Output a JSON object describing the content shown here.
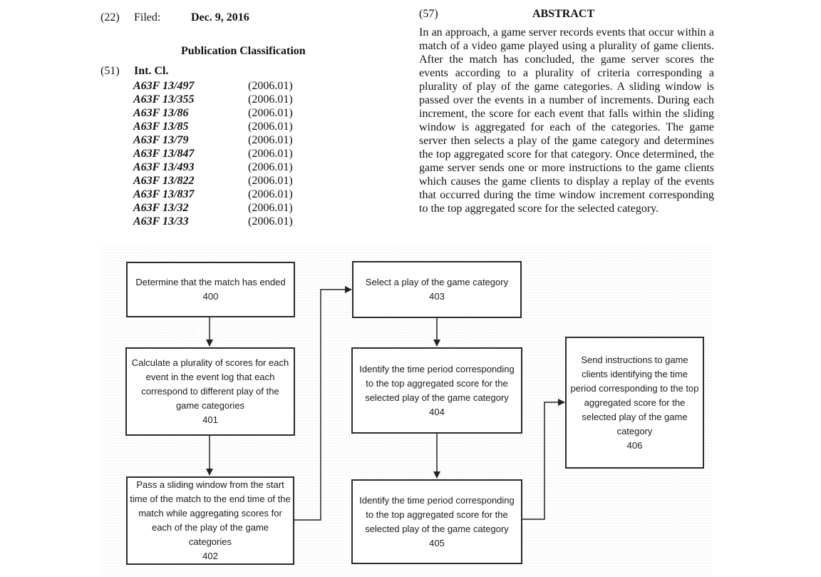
{
  "header": {
    "filed_code": "(22)",
    "filed_label": "Filed:",
    "filed_date": "Dec. 9, 2016",
    "pub_class_title": "Publication Classification",
    "int_cl_code": "(51)",
    "int_cl_label": "Int. Cl.",
    "classifications": [
      {
        "code": "A63F 13/497",
        "version": "(2006.01)"
      },
      {
        "code": "A63F 13/355",
        "version": "(2006.01)"
      },
      {
        "code": "A63F 13/86",
        "version": "(2006.01)"
      },
      {
        "code": "A63F 13/85",
        "version": "(2006.01)"
      },
      {
        "code": "A63F 13/79",
        "version": "(2006.01)"
      },
      {
        "code": "A63F 13/847",
        "version": "(2006.01)"
      },
      {
        "code": "A63F 13/493",
        "version": "(2006.01)"
      },
      {
        "code": "A63F 13/822",
        "version": "(2006.01)"
      },
      {
        "code": "A63F 13/837",
        "version": "(2006.01)"
      },
      {
        "code": "A63F 13/32",
        "version": "(2006.01)"
      },
      {
        "code": "A63F 13/33",
        "version": "(2006.01)"
      }
    ]
  },
  "abstract": {
    "code": "(57)",
    "title": "ABSTRACT",
    "text": "In an approach, a game server records events that occur within a match of a video game played using a plurality of game clients. After the match has concluded, the game server scores the events according to a plurality of criteria corresponding a plurality of play of the game categories. A sliding window is passed over the events in a number of increments. During each increment, the score for each event that falls within the sliding window is aggregated for each of the categories. The game server then selects a play of the game category and determines the top aggregated score for that category. Once determined, the game server sends one or more instructions to the game clients which causes the game clients to display a replay of the events that occurred during the time window increment corresponding to the top aggregated score for the selected category."
  },
  "flowchart": {
    "steps": [
      {
        "id": "400",
        "text": "Determine that the match has ended",
        "number": "400"
      },
      {
        "id": "401",
        "text": "Calculate a plurality of scores for each event in the event log that each correspond to different play of the game categories",
        "number": "401"
      },
      {
        "id": "402",
        "text": "Pass a sliding window from the start time of the match to the end time of the match while aggregating scores for each of the play of the game categories",
        "number": "402"
      },
      {
        "id": "403",
        "text": "Select a play of the game category",
        "number": "403"
      },
      {
        "id": "404",
        "text": "Identify the time period corresponding to the top aggregated score for the selected play of the game category",
        "number": "404"
      },
      {
        "id": "405",
        "text": "Identify the time period corresponding to the top aggregated score for the selected play of the game category",
        "number": "405"
      },
      {
        "id": "406",
        "text": "Send instructions to game clients identifying the time period corresponding to the top aggregated score for the selected play of the game category",
        "number": "406"
      }
    ]
  }
}
